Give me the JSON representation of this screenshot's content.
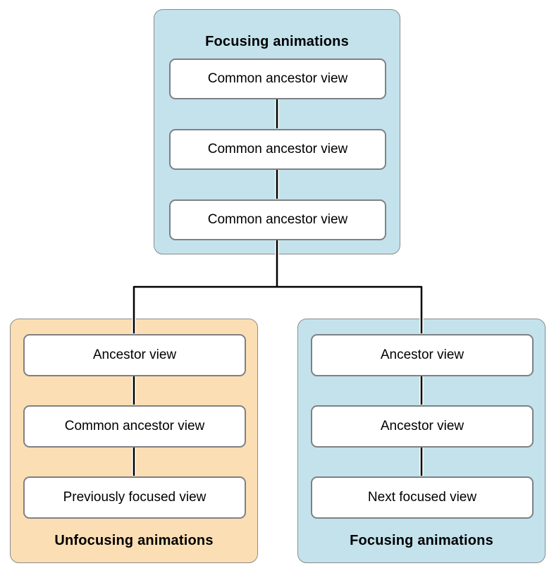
{
  "diagram": {
    "colors": {
      "blue_fill": "#c3e2ec",
      "orange_fill": "#fbdeb4",
      "box_fill": "#ffffff",
      "box_border": "#7e8184",
      "group_border": "#8a8c8e",
      "line": "#000000"
    },
    "top_group": {
      "title": "Focusing animations",
      "boxes": [
        "Common ancestor view",
        "Common ancestor view",
        "Common ancestor view"
      ]
    },
    "left_group": {
      "title": "Unfocusing animations",
      "boxes": [
        "Ancestor view",
        "Common ancestor view",
        "Previously focused view"
      ]
    },
    "right_group": {
      "title": "Focusing animations",
      "boxes": [
        "Ancestor view",
        "Ancestor view",
        "Next focused view"
      ]
    }
  }
}
